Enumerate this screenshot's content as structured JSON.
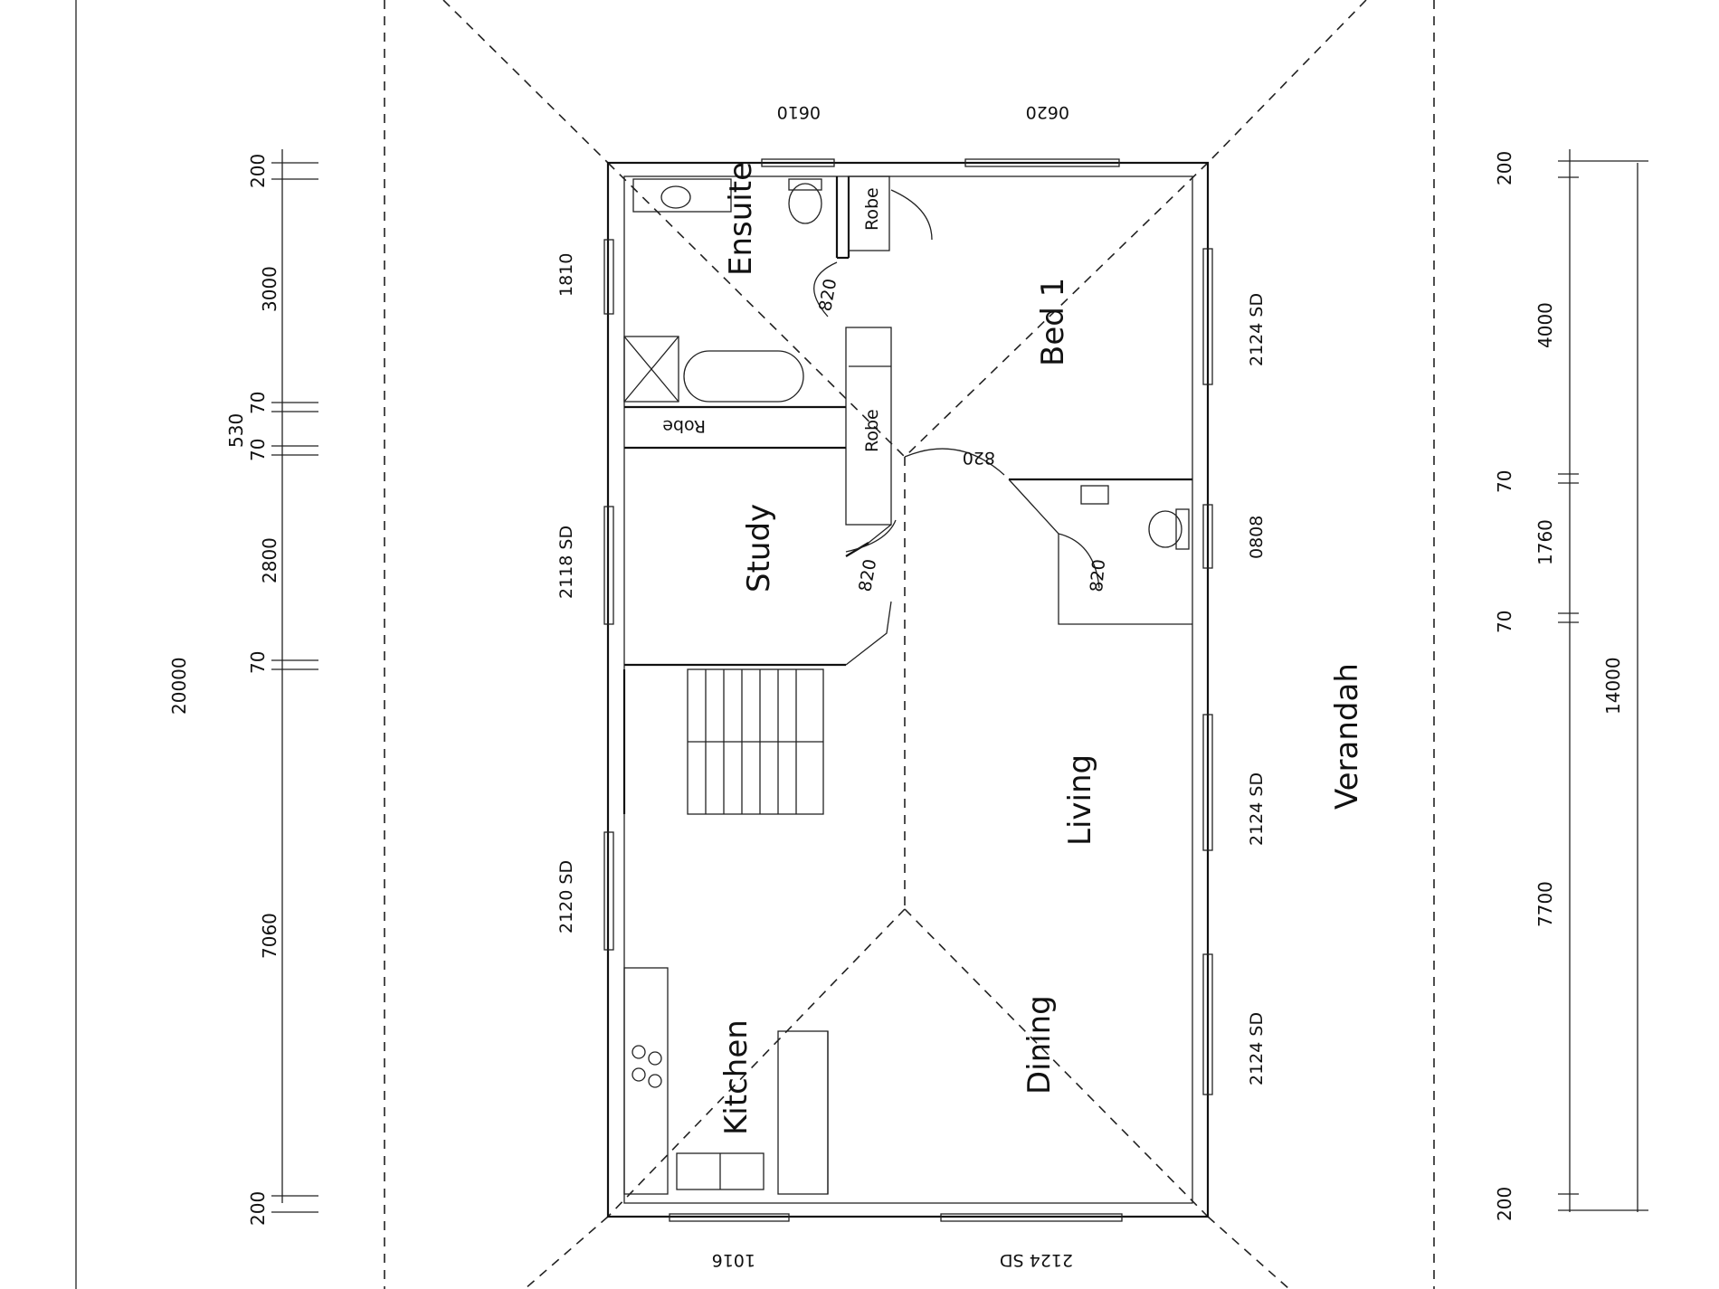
{
  "rooms": {
    "ensuite": "Ensuite",
    "bed1": "Bed 1",
    "robe_top": "Robe",
    "robe_mid": "Robe",
    "robe_side": "Robe",
    "study": "Study",
    "living": "Living",
    "kitchen": "Kitchen",
    "dining": "Dining",
    "verandah": "Verandah"
  },
  "windows": {
    "top_left": "0610",
    "top_right": "0620",
    "left_upper": "1810",
    "left_mid": "2118 SD",
    "left_lower": "2120 SD",
    "right_upper": "2124 SD",
    "right_wc": "0808",
    "right_mid": "2124 SD",
    "right_lower": "2124 SD",
    "bottom_left": "1016",
    "bottom_right": "2124 SD"
  },
  "doors": {
    "ensuite_door": "820",
    "bed_door": "820",
    "study_door": "820",
    "wc_door": "820"
  },
  "dims_left": {
    "overall": "20000",
    "d200_top": "200",
    "d3000": "3000",
    "d530": "530",
    "d70_a": "70",
    "d70_b": "70",
    "d2800": "2800",
    "d70_c": "70",
    "d7060": "7060",
    "d200_bottom": "200"
  },
  "dims_right": {
    "overall": "14000",
    "d200_top": "200",
    "d4000": "4000",
    "d70_a": "70",
    "d1760": "1760",
    "d70_b": "70",
    "d7700": "7700",
    "d200_bottom": "200"
  }
}
